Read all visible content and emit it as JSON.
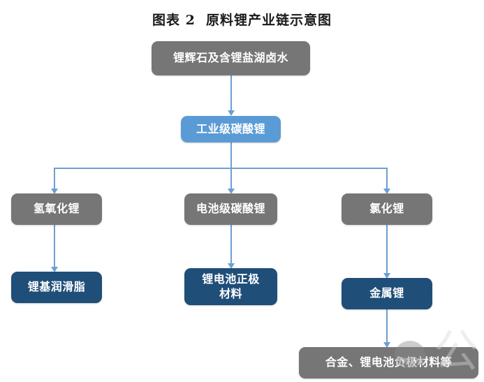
{
  "title": "图表 2  原料锂产业链示意图",
  "diagram": {
    "type": "flowchart",
    "orientation": "top-down",
    "colors": {
      "gray": "#767676",
      "blue": "#5B9BD5",
      "dark_blue": "#1F4E79",
      "connector": "#6C9FD2",
      "background": "#FFFFFF",
      "node_text": "#FFFFFF",
      "title_text": "#1A1A1A"
    },
    "nodes": [
      {
        "id": "raw",
        "label": "锂辉石及含锂盐湖卤水",
        "color": "gray",
        "tier": 0
      },
      {
        "id": "industrial",
        "label": "工业级碳酸锂",
        "color": "blue",
        "tier": 1
      },
      {
        "id": "hydroxide",
        "label": "氢氧化锂",
        "color": "gray",
        "tier": 2
      },
      {
        "id": "battery_carb",
        "label": "电池级碳酸锂",
        "color": "gray",
        "tier": 2
      },
      {
        "id": "chloride",
        "label": "氯化锂",
        "color": "gray",
        "tier": 2
      },
      {
        "id": "grease",
        "label": "锂基润滑脂",
        "color": "dark_blue",
        "tier": 3
      },
      {
        "id": "cathode",
        "label": "锂电池正极\n材料",
        "color": "dark_blue",
        "tier": 3
      },
      {
        "id": "metal_lithium",
        "label": "金属锂",
        "color": "dark_blue",
        "tier": 3
      },
      {
        "id": "alloy_anode",
        "label": "合金、锂电池负极材料等",
        "color": "gray",
        "tier": 4
      }
    ],
    "edges": [
      {
        "from": "raw",
        "to": "industrial"
      },
      {
        "from": "industrial",
        "to": "hydroxide"
      },
      {
        "from": "industrial",
        "to": "battery_carb"
      },
      {
        "from": "industrial",
        "to": "chloride"
      },
      {
        "from": "hydroxide",
        "to": "grease"
      },
      {
        "from": "battery_carb",
        "to": "cathode"
      },
      {
        "from": "chloride",
        "to": "metal_lithium"
      },
      {
        "from": "metal_lithium",
        "to": "alloy_anode"
      }
    ]
  },
  "watermark": {
    "character": "公"
  }
}
